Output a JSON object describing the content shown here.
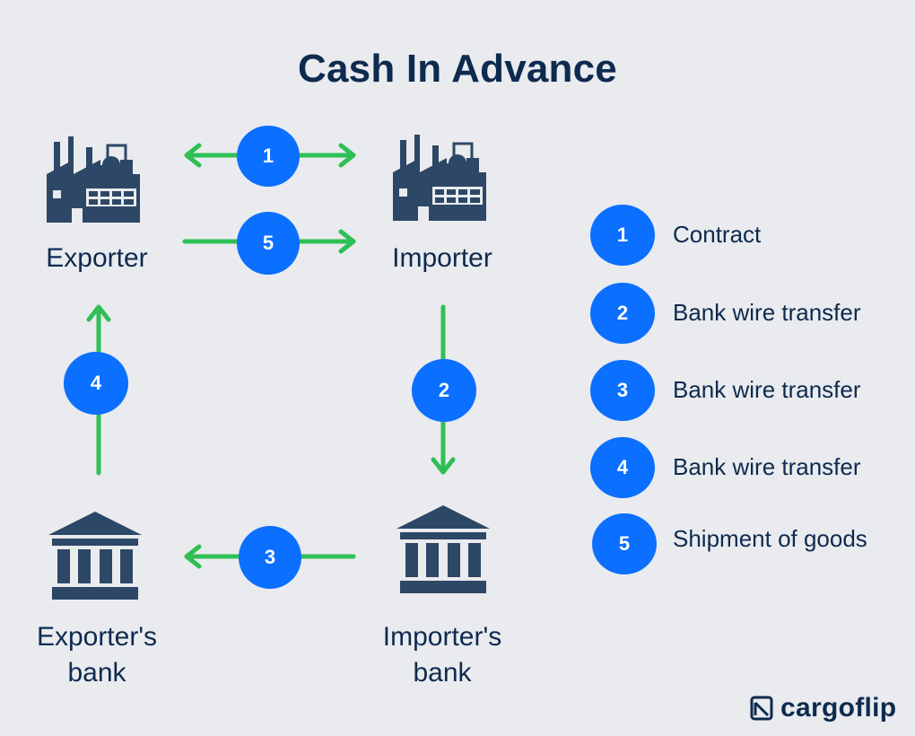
{
  "title": "Cash In Advance",
  "nodes": {
    "exporter": "Exporter",
    "importer": "Importer",
    "exporter_bank": [
      "Exporter's",
      "bank"
    ],
    "importer_bank": [
      "Importer's",
      "bank"
    ]
  },
  "flow_steps": [
    "1",
    "5",
    "2",
    "3",
    "4"
  ],
  "legend": [
    {
      "number": "1",
      "label": "Contract"
    },
    {
      "number": "2",
      "label": "Bank wire transfer"
    },
    {
      "number": "3",
      "label": "Bank wire transfer"
    },
    {
      "number": "4",
      "label": "Bank wire transfer"
    },
    {
      "number": "5",
      "label": "Shipment of goods"
    }
  ],
  "brand": "cargoflip",
  "colors": {
    "background": "#e9ebee",
    "navy": "#0e2a4f",
    "icon": "#2d4766",
    "badge": "#0b6fff",
    "arrow": "#2fbf55"
  }
}
